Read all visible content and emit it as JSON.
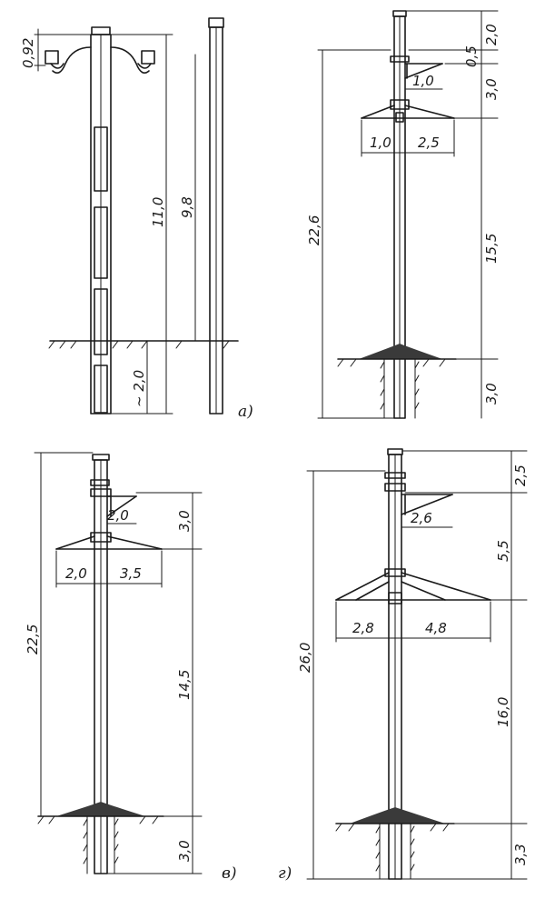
{
  "panel_a": {
    "label": "а)",
    "dims": {
      "top_offset": "0,92",
      "height_total": "11,0",
      "height_alt": "9,8",
      "depth": "~ 2,0"
    }
  },
  "panel_b": {
    "dims": {
      "top": "2,0",
      "upper_gap": "0,5",
      "upper_arm": "1,0",
      "mid": "3,0",
      "lower_left": "1,0",
      "lower_right": "2,5",
      "span": "15,5",
      "total": "22,6",
      "depth": "3,0"
    }
  },
  "panel_v": {
    "label": "в)",
    "dims": {
      "upper_arm": "2,0",
      "mid": "3,0",
      "lower_left": "2,0",
      "lower_right": "3,5",
      "total": "22,5",
      "span": "14,5",
      "depth": "3,0"
    }
  },
  "panel_g": {
    "label": "г)",
    "dims": {
      "top": "2,5",
      "upper_arm": "2,6",
      "mid": "5,5",
      "lower_left": "2,8",
      "lower_right": "4,8",
      "total": "26,0",
      "span": "16,0",
      "depth": "3,3"
    }
  }
}
